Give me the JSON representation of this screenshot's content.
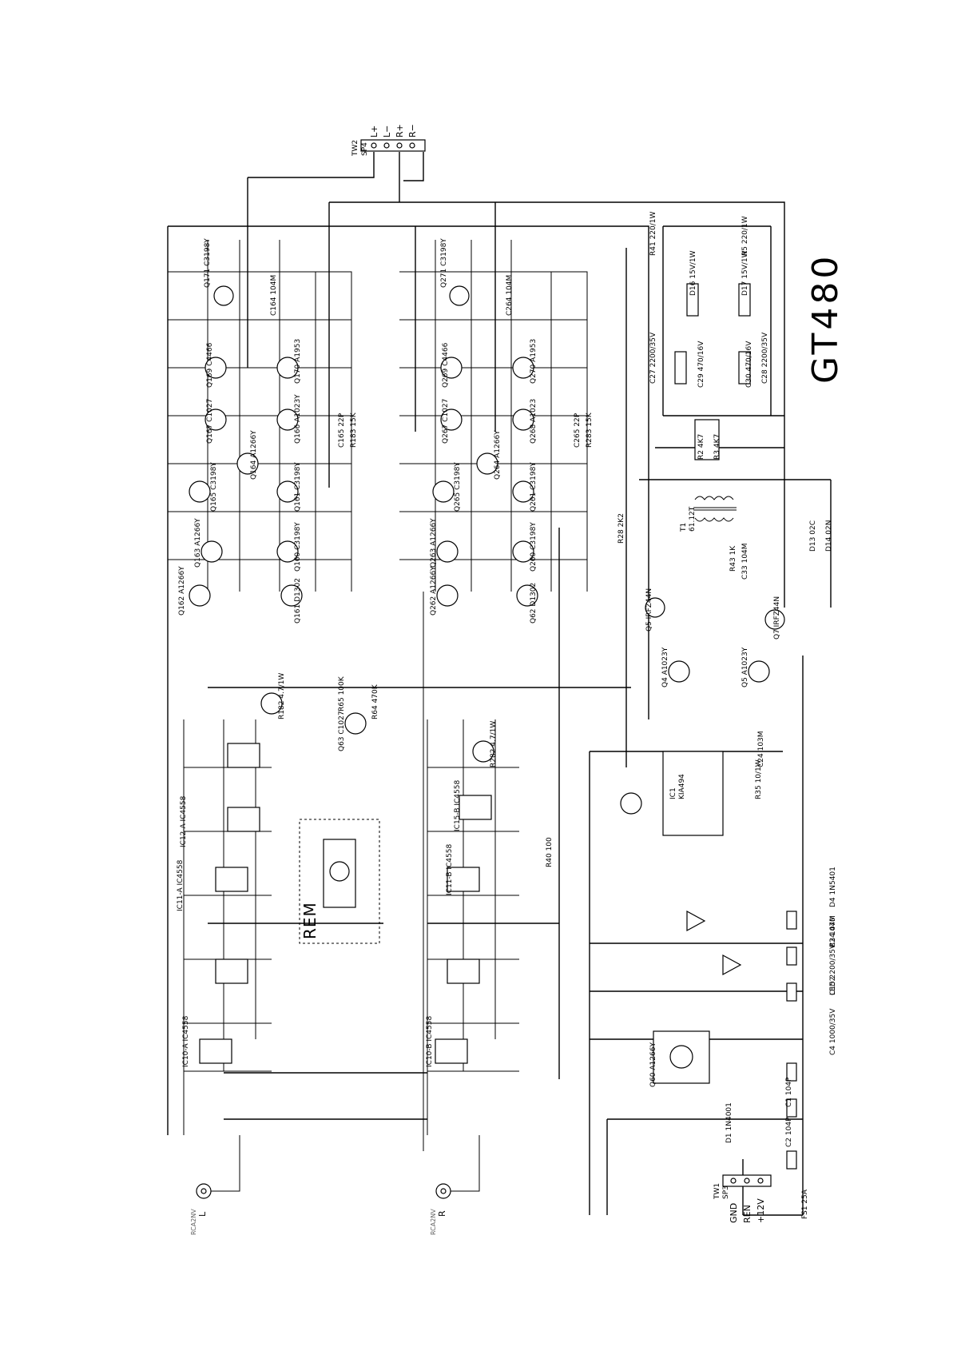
{
  "title": "GT480",
  "speaker_terminals": [
    "L+",
    "L−",
    "R+",
    "R−"
  ],
  "speaker_connector": [
    "TW2",
    "SP4"
  ],
  "power_terminals": [
    "GND",
    "REN",
    "+12V"
  ],
  "power_connector": [
    "TW1",
    "SP3"
  ],
  "input_left": [
    "L",
    "RCA2NV"
  ],
  "input_right": [
    "R",
    "RCA2NV"
  ],
  "remote_box": "REM",
  "fuse": "FS1 25A",
  "transformer": [
    "T1",
    "61.12T"
  ],
  "ic_pwm": [
    "IC1",
    "KIA494"
  ],
  "parts_left_output": [
    "Q171 C3198Y",
    "Q170 A1953",
    "Q169 C4466",
    "Q167 C1027",
    "Q166 A1023Y",
    "Q164 A1266Y",
    "Q165 C3198Y",
    "Q161 C3198Y",
    "Q163 A1266Y",
    "Q160 C3198Y",
    "Q162 A1266Y",
    "Q161 D1302",
    "R182 4.7/1W",
    "C164 104M",
    "C165 22P",
    "R183 15K"
  ],
  "parts_right_output": [
    "Q271 C3198Y",
    "Q270 A1953",
    "Q269 C4466",
    "Q267 C1027",
    "Q268 A1023",
    "Q264 A1266Y",
    "Q265 C3198Y",
    "Q261 C3198Y",
    "Q263 A1266Y",
    "Q260 C3198Y",
    "Q262 A1266Y",
    "Q62 D1302",
    "R282 4.7/1W",
    "C264 104M",
    "C265 22P",
    "R283 15K"
  ],
  "parts_preamp": [
    "IC12-A IC4558",
    "IC11-A IC4558",
    "IC10-A IC4558",
    "IC15-B IC4558",
    "IC11-B IC4558",
    "IC10-B IC4558",
    "Q63 C1027",
    "R64 470K",
    "R65 100K",
    "R40 100",
    "R28 2K2"
  ],
  "parts_supply": [
    "C15 2200/35V",
    "C3 104M",
    "D4 1N5401",
    "C4 1000/35V",
    "C1 104P",
    "C2 104P",
    "Q60 A1266Y",
    "D1 1N4001",
    "Q5 IRFZ44N",
    "Q7 IRFZ44N",
    "Q4 A1023Y",
    "Q5 A1023Y",
    "D16 15V/1W",
    "D17 15V/1W",
    "C29 470/16V",
    "C30 470/16V",
    "C27 2200/35V",
    "C28 2200/35V",
    "R41 220/1W",
    "R5 220/1W",
    "R2 4K7",
    "R3 4K7",
    "D13 02C",
    "D14 02N",
    "C33 104M",
    "R43 1K",
    "C24 103M",
    "R35 10/1W",
    "LED2",
    "R24 470"
  ]
}
